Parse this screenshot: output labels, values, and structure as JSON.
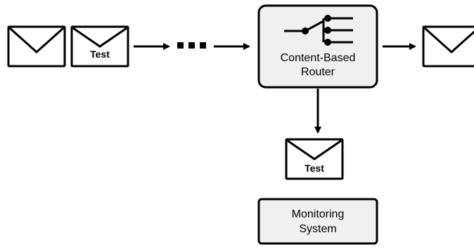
{
  "messages": {
    "plain_label": "",
    "test_label": "Test"
  },
  "router": {
    "line1": "Content-Based",
    "line2": "Router"
  },
  "test_message": {
    "label": "Test"
  },
  "monitoring": {
    "line1": "Monitoring",
    "line2": "System"
  },
  "colors": {
    "stroke": "#000000",
    "box_fill": "#f0f0f0",
    "envelope_fill": "#ffffff"
  },
  "icons": {
    "router_icon": "switch-router-icon",
    "ellipsis": "ellipsis-dots"
  }
}
